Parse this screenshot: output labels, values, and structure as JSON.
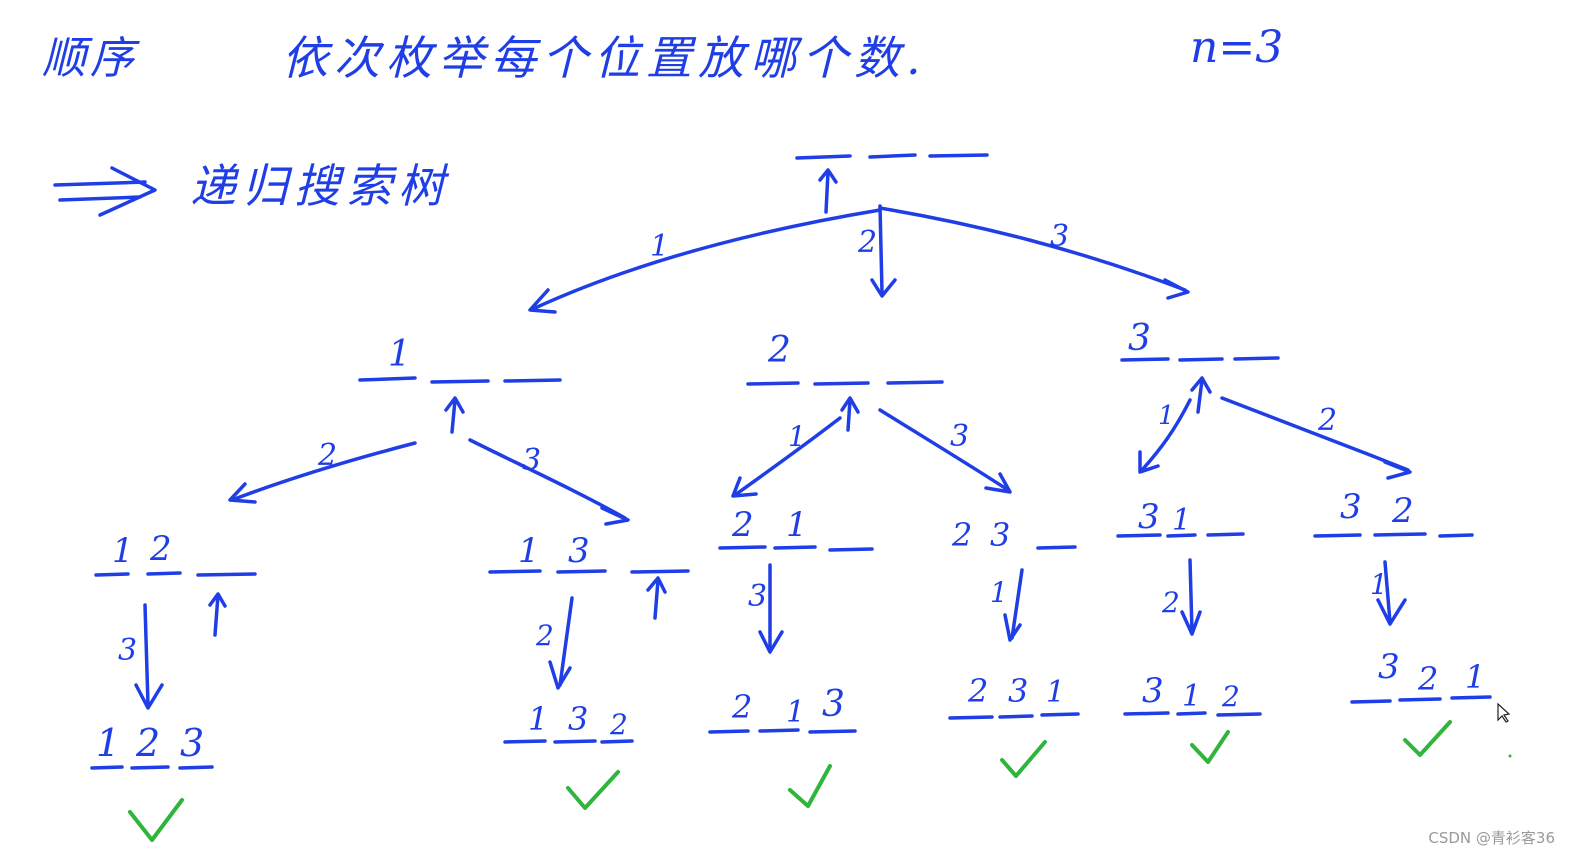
{
  "header": {
    "left_text": "顺序",
    "main_text": "依次枚举每个位置放哪个数.",
    "n_text": "n=3"
  },
  "subtitle": {
    "arrow_symbol": "⟹",
    "text": "递归搜索树"
  },
  "tree": {
    "root_slots": [
      "",
      "",
      ""
    ],
    "level1": [
      {
        "slots": [
          "1",
          "",
          ""
        ],
        "edge_label": "1"
      },
      {
        "slots": [
          "2",
          "",
          ""
        ],
        "edge_label": "2"
      },
      {
        "slots": [
          "3",
          "",
          ""
        ],
        "edge_label": "3"
      }
    ],
    "level2": [
      {
        "slots": [
          "1",
          "2",
          ""
        ],
        "edge_label": "2"
      },
      {
        "slots": [
          "1",
          "3",
          ""
        ],
        "edge_label": "3"
      },
      {
        "slots": [
          "2",
          "1",
          ""
        ],
        "edge_label": "1"
      },
      {
        "slots": [
          "2",
          "3",
          ""
        ],
        "edge_label": "3"
      },
      {
        "slots": [
          "3",
          "1",
          ""
        ],
        "edge_label": "1"
      },
      {
        "slots": [
          "3",
          "2",
          ""
        ],
        "edge_label": "2"
      }
    ],
    "level3": [
      {
        "slots": [
          "1",
          "2",
          "3"
        ],
        "edge_label": "3"
      },
      {
        "slots": [
          "1",
          "3",
          "2"
        ],
        "edge_label": "2"
      },
      {
        "slots": [
          "2",
          "1",
          "3"
        ],
        "edge_label": "3"
      },
      {
        "slots": [
          "2",
          "3",
          "1"
        ],
        "edge_label": "1"
      },
      {
        "slots": [
          "3",
          "1",
          "2"
        ],
        "edge_label": "2"
      },
      {
        "slots": [
          "3",
          "2",
          "1"
        ],
        "edge_label": "1"
      }
    ]
  },
  "colors": {
    "ink": "#1f3ee6",
    "check": "#2fb53c",
    "watermark": "#9a9a9a"
  },
  "watermark": "CSDN @青衫客36"
}
